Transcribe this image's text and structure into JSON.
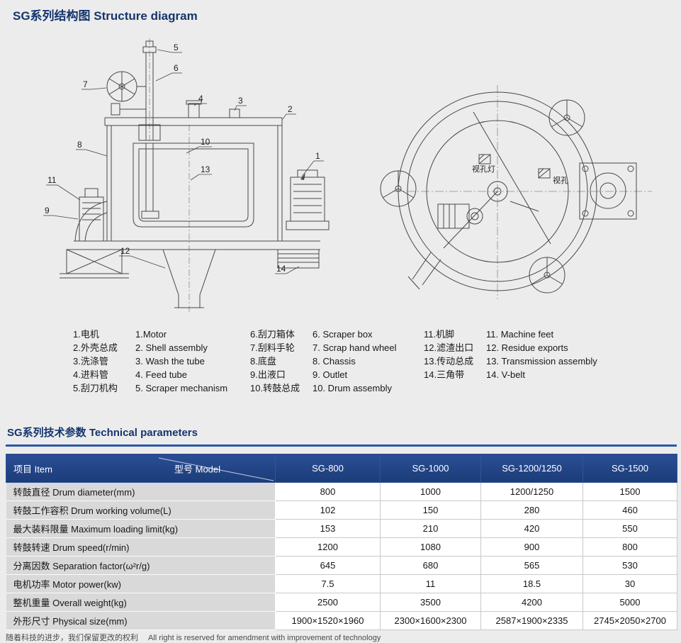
{
  "sections": {
    "structure": {
      "title": "SG系列结构图 Structure diagram"
    },
    "parameters": {
      "title": "SG系列技术参数 Technical parameters"
    }
  },
  "diagram": {
    "side_view_callouts": [
      "1",
      "2",
      "3",
      "4",
      "5",
      "6",
      "7",
      "8",
      "9",
      "10",
      "11",
      "12",
      "13",
      "14"
    ],
    "top_view_labels": {
      "sight_lamp": "视孔灯",
      "sight_hole": "视孔"
    }
  },
  "parts_list": {
    "groups": [
      {
        "items": [
          {
            "cn": "1.电机",
            "en": "1.Motor"
          },
          {
            "cn": "2.外壳总成",
            "en": "2. Shell assembly"
          },
          {
            "cn": "3.洗涤管",
            "en": "3. Wash the tube"
          },
          {
            "cn": "4.进料管",
            "en": "4. Feed tube"
          },
          {
            "cn": "5.刮刀机构",
            "en": "5. Scraper mechanism"
          }
        ]
      },
      {
        "items": [
          {
            "cn": "6.刮刀箱体",
            "en": "6. Scraper box"
          },
          {
            "cn": "7.刮料手轮",
            "en": "7. Scrap hand wheel"
          },
          {
            "cn": "8.底盘",
            "en": "8. Chassis"
          },
          {
            "cn": "9.出液口",
            "en": "9. Outlet"
          },
          {
            "cn": "10.转鼓总成",
            "en": "10. Drum assembly"
          }
        ]
      },
      {
        "items": [
          {
            "cn": "11.机脚",
            "en": "11. Machine feet"
          },
          {
            "cn": "12.滤渣出口",
            "en": "12. Residue exports"
          },
          {
            "cn": "13.传动总成",
            "en": "13. Transmission assembly"
          },
          {
            "cn": "14.三角带",
            "en": "14. V-belt"
          }
        ]
      }
    ]
  },
  "table": {
    "corner": {
      "item": "项目 Item",
      "model": "型号 Model"
    },
    "models": [
      "SG-800",
      "SG-1000",
      "SG-1200/1250",
      "SG-1500"
    ],
    "rows": [
      {
        "label": "转鼓直径 Drum diameter(mm)",
        "values": [
          "800",
          "1000",
          "1200/1250",
          "1500"
        ]
      },
      {
        "label": "转鼓工作容积 Drum working volume(L)",
        "values": [
          "102",
          "150",
          "280",
          "460"
        ]
      },
      {
        "label": "最大装料限量 Maximum loading limit(kg)",
        "values": [
          "153",
          "210",
          "420",
          "550"
        ]
      },
      {
        "label": "转鼓转速 Drum speed(r/min)",
        "values": [
          "1200",
          "1080",
          "900",
          "800"
        ]
      },
      {
        "label": "分离因数 Separation factor(ω²r/g)",
        "values": [
          "645",
          "680",
          "565",
          "530"
        ]
      },
      {
        "label": "电机功率 Motor power(kw)",
        "values": [
          "7.5",
          "11",
          "18.5",
          "30"
        ]
      },
      {
        "label": "整机重量 Overall weight(kg)",
        "values": [
          "2500",
          "3500",
          "4200",
          "5000"
        ]
      },
      {
        "label": "外形尺寸 Physical size(mm)",
        "values": [
          "1900×1520×1960",
          "2300×1600×2300",
          "2587×1900×2335",
          "2745×2050×2700"
        ]
      }
    ]
  },
  "footer": {
    "cn": "随着科技的进步，我们保留更改的权利",
    "en": "All right is reserved for amendment with improvement of technology"
  }
}
